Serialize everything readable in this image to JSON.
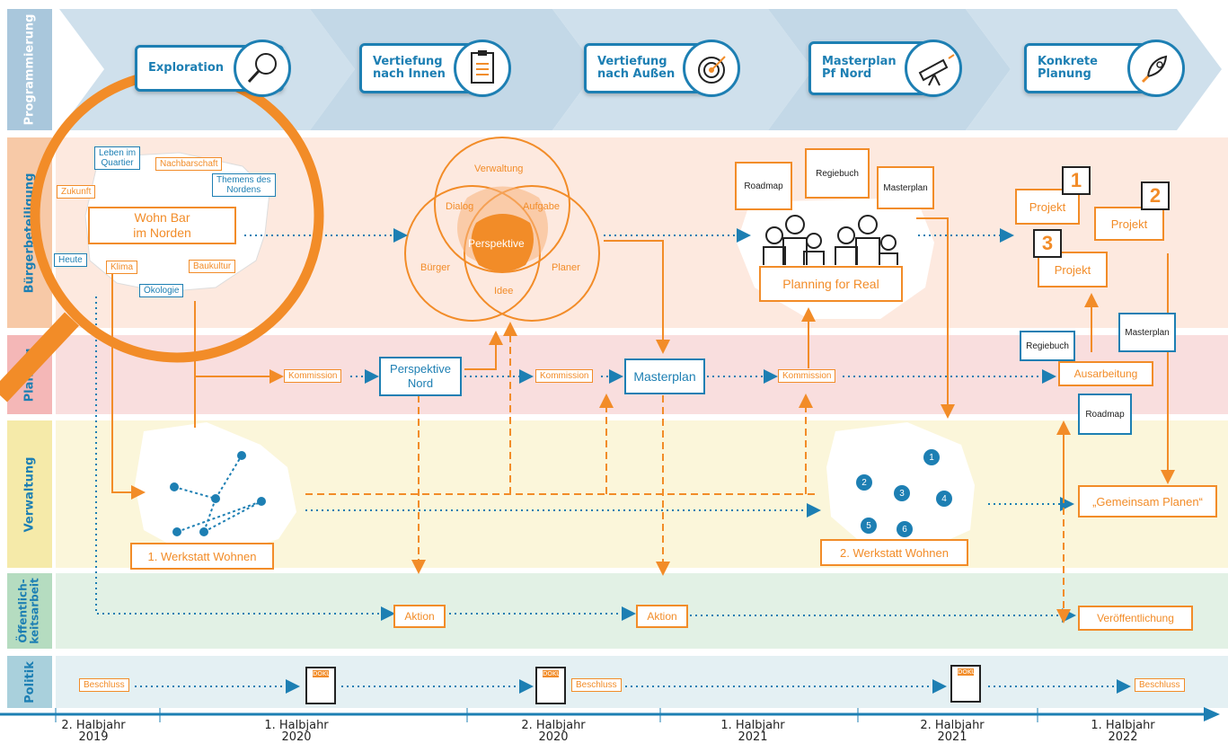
{
  "colors": {
    "blue": "#1d7fb3",
    "orange": "#f28c28",
    "lane_prog": "#a9c7dc",
    "lane_buerger": "#fde9df",
    "lane_planung": "#f9dede",
    "lane_verwaltung": "#fbf6da",
    "lane_oeff": "#e2f1e5",
    "lane_politik": "#e4f0f3"
  },
  "lanes": {
    "programmierung": "Programmierung",
    "buergerbeteiligung": "Bürgerbeteiligung",
    "planung": "Planung",
    "verwaltung": "Verwaltung",
    "oeffentlichkeitsarbeit": "Öffentlich-\nkeitsarbeit",
    "politik": "Politik"
  },
  "phases": [
    {
      "label": "Exploration",
      "icon": "magnifier-icon"
    },
    {
      "label": "Vertiefung\nnach Innen",
      "icon": "clipboard-icon"
    },
    {
      "label": "Vertiefung\nnach Außen",
      "icon": "target-icon"
    },
    {
      "label": "Masterplan\nPf Nord",
      "icon": "telescope-icon"
    },
    {
      "label": "Konkrete\nPlanung",
      "icon": "rocket-icon"
    }
  ],
  "buerger": {
    "topics": {
      "leben": "Leben im\nQuartier",
      "nachbarschaft": "Nachbarschaft",
      "zukunft": "Zukunft",
      "themens": "Themens des\nNordens",
      "heute": "Heute",
      "klima": "Klima",
      "baukultur": "Baukultur",
      "oekologie": "Ökologie"
    },
    "wohnbar": "Wohn Bar\nim Norden",
    "venn": {
      "verwaltung": "Verwaltung",
      "dialog": "Dialog",
      "aufgabe": "Aufgabe",
      "perspektive": "Perspektive",
      "buerger": "Bürger",
      "planer": "Planer",
      "idee": "Idee"
    },
    "speech": {
      "roadmap": "Roadmap",
      "regiebuch": "Regiebuch",
      "masterplan": "Masterplan"
    },
    "planning_for_real": "Planning for Real",
    "projekte": [
      {
        "num": "1",
        "label": "Projekt"
      },
      {
        "num": "2",
        "label": "Projekt"
      },
      {
        "num": "3",
        "label": "Projekt"
      }
    ]
  },
  "planung": {
    "kommission": "Kommission",
    "perspektive_nord": "Perspektive\nNord",
    "masterplan": "Masterplan",
    "ausarbeitung": "Ausarbeitung",
    "regiebuch": "Regiebuch",
    "masterplan_bubble": "Masterplan",
    "roadmap": "Roadmap"
  },
  "verwaltung": {
    "werkstatt1": "1. Werkstatt Wohnen",
    "werkstatt2": "2. Werkstatt Wohnen",
    "gemeinsam": "„Gemeinsam Planen“",
    "numbers": [
      "1",
      "2",
      "3",
      "4",
      "5",
      "6"
    ]
  },
  "oeff": {
    "aktion": "Aktion",
    "veroeffentlichung": "Veröffentlichung"
  },
  "politik": {
    "beschluss": "Beschluss",
    "doku": "DOKU"
  },
  "timeline": [
    "2. Halbjahr\n2019",
    "1. Halbjahr\n2020",
    "2. Halbjahr\n2020",
    "1. Halbjahr\n2021",
    "2. Halbjahr\n2021",
    "1. Halbjahr\n2022"
  ]
}
